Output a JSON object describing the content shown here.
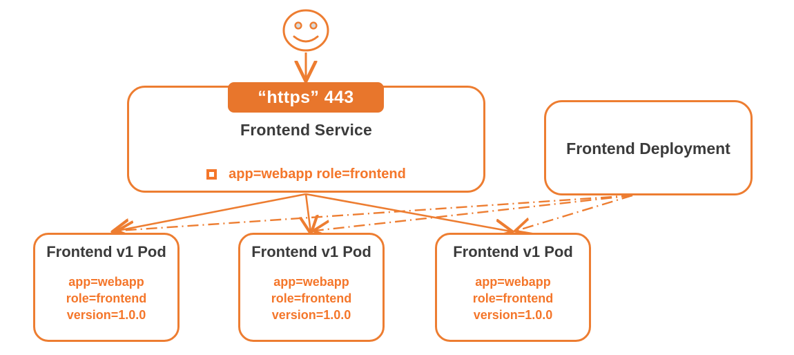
{
  "diagram": {
    "title": "Kubernetes Frontend Service and Deployment topology",
    "accent_color": "#ED7D31",
    "label_color": "#F4762A",
    "badge_color": "#E8762C",
    "text_color": "#3B3B3B"
  },
  "user": {
    "icon": "smiley-face-icon",
    "arrow": "arrow-down-icon"
  },
  "service": {
    "port_badge": "“https” 443",
    "title": "Frontend Service",
    "selector_icon": "selector-square-icon",
    "selector": "app=webapp role=frontend"
  },
  "deployment": {
    "title": "Frontend Deployment"
  },
  "pods": [
    {
      "title": "Frontend v1 Pod",
      "labels": [
        "app=webapp",
        "role=frontend",
        "version=1.0.0"
      ]
    },
    {
      "title": "Frontend v1 Pod",
      "labels": [
        "app=webapp",
        "role=frontend",
        "version=1.0.0"
      ]
    },
    {
      "title": "Frontend v1 Pod",
      "labels": [
        "app=webapp",
        "role=frontend",
        "version=1.0.0"
      ]
    }
  ],
  "connections": {
    "user_to_service": "solid arrow from user to Frontend Service",
    "service_to_pods": "solid arrows from Frontend Service to each Frontend v1 Pod",
    "deployment_to_pods": "dash-dot arrows from Frontend Deployment to each Frontend v1 Pod"
  }
}
